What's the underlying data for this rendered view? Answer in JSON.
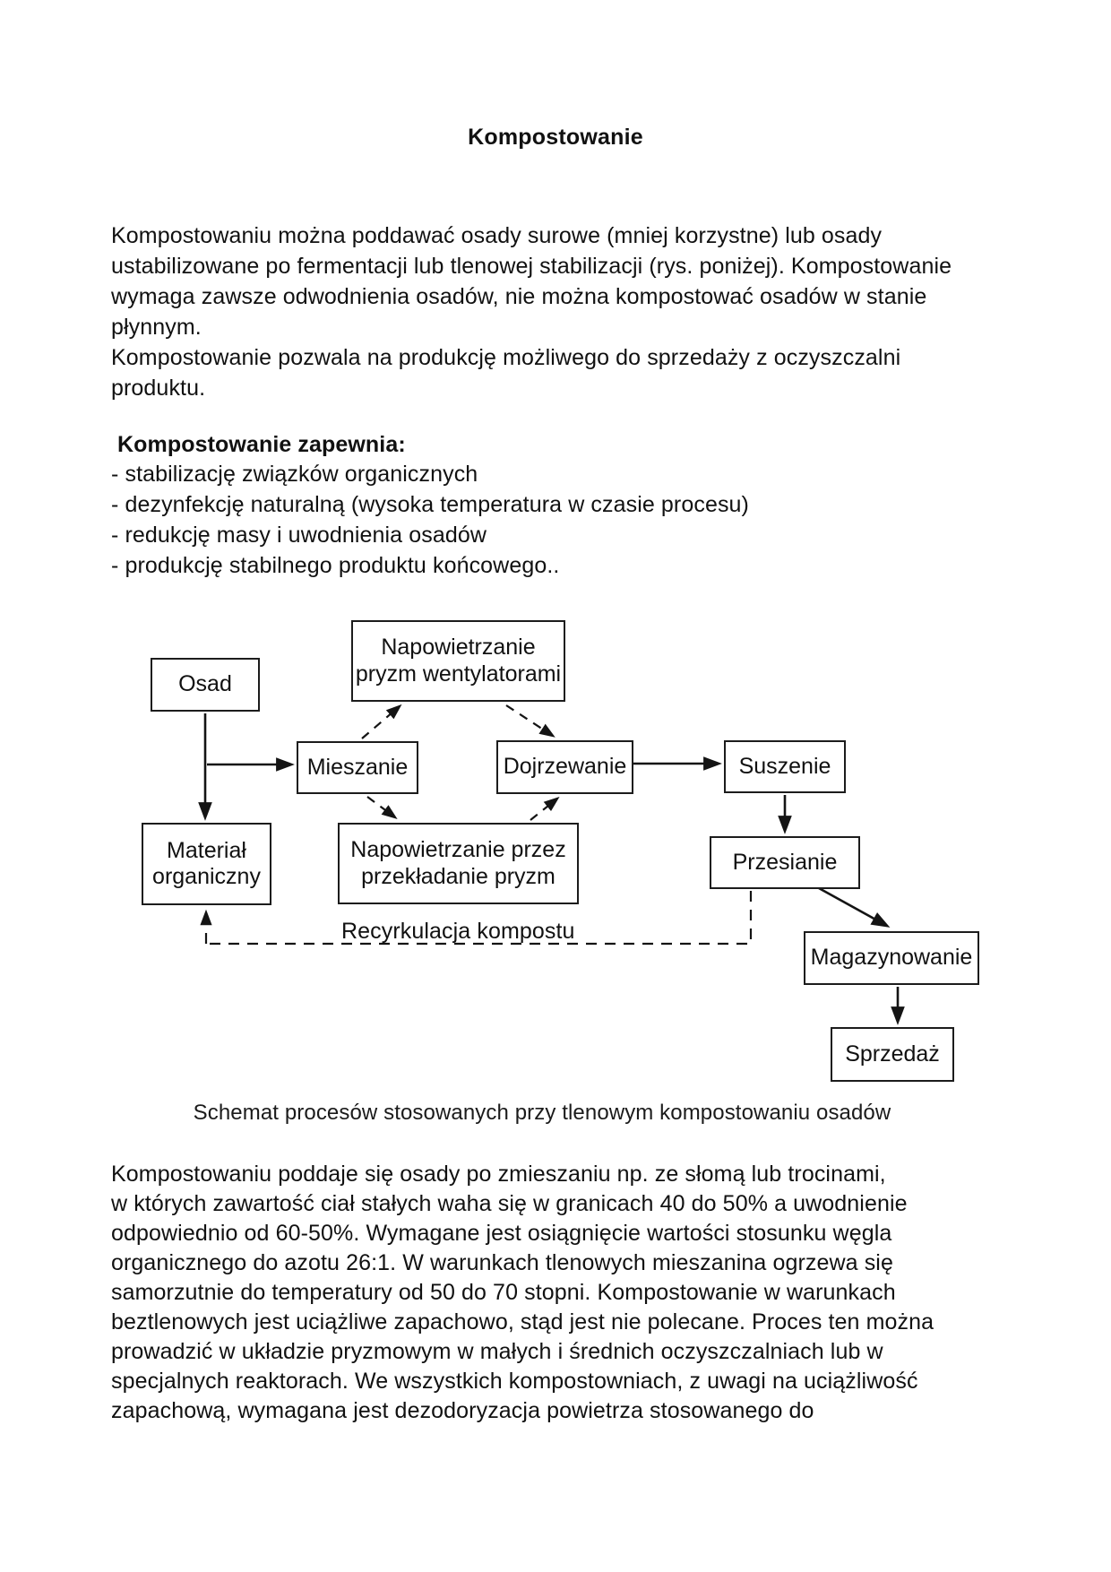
{
  "page": {
    "title": "Kompostowanie",
    "intro_lines": [
      "Kompostowaniu można poddawać osady surowe (mniej korzystne) lub osady",
      "ustabilizowane po fermentacji lub tlenowej stabilizacji (rys. poniżej). Kompostowanie",
      "wymaga zawsze odwodnienia osadów, nie można kompostować osadów w stanie",
      "płynnym.",
      "Kompostowanie pozwala na produkcję możliwego do sprzedaży z oczyszczalni",
      "produktu."
    ],
    "benefits": {
      "heading": "Kompostowanie zapewnia:",
      "items": [
        "- stabilizację związków organicznych",
        "- dezynfekcję naturalną (wysoka temperatura w czasie procesu)",
        "- redukcję masy i uwodnienia osadów",
        "- produkcję stabilnego produktu końcowego.."
      ]
    },
    "diagram": {
      "boxes": {
        "osad": {
          "lines": [
            "Osad"
          ]
        },
        "napowietrzanie_wentylatorami": {
          "lines": [
            "Napowietrzanie",
            "pryzm wentylatorami"
          ]
        },
        "mieszanie": {
          "lines": [
            "Mieszanie"
          ]
        },
        "dojrzewanie": {
          "lines": [
            "Dojrzewanie"
          ]
        },
        "suszenie": {
          "lines": [
            "Suszenie"
          ]
        },
        "material_organiczny": {
          "lines": [
            "Materiał",
            "organiczny"
          ]
        },
        "napowietrzanie_przekladanie": {
          "lines": [
            "Napowietrzanie przez",
            "przekładanie pryzm"
          ]
        },
        "przesianie": {
          "lines": [
            "Przesianie"
          ]
        },
        "magazynowanie": {
          "lines": [
            "Magazynowanie"
          ]
        },
        "sprzedaz": {
          "lines": [
            "Sprzedaż"
          ]
        }
      },
      "recirculation_label": "Recyrkulacja kompostu",
      "caption": "Schemat procesów stosowanych przy tlenowym kompostowaniu osadów"
    },
    "body_lines": [
      "Kompostowaniu poddaje się osady po zmieszaniu np. ze słomą lub trocinami,",
      "w których zawartość ciał stałych waha się w granicach 40 do 50% a uwodnienie",
      "odpowiednio od 60-50%. Wymagane jest osiągnięcie wartości stosunku węgla",
      "organicznego do azotu 26:1. W warunkach tlenowych mieszanina ogrzewa się",
      "samorzutnie do temperatury od 50 do 70 stopni. Kompostowanie w warunkach",
      "beztlenowych jest uciążliwe zapachowo, stąd jest nie polecane. Proces ten można",
      "prowadzić w układzie pryzmowym w małych i średnich oczyszczalniach lub w",
      "specjalnych reaktorach. We wszystkich kompostowniach, z uwagi na uciążliwość",
      "zapachową, wymagana jest dezodoryzacja powietrza stosowanego do"
    ],
    "colors": {
      "background": "#ffffff",
      "text": "#111111",
      "line": "#141414"
    }
  }
}
